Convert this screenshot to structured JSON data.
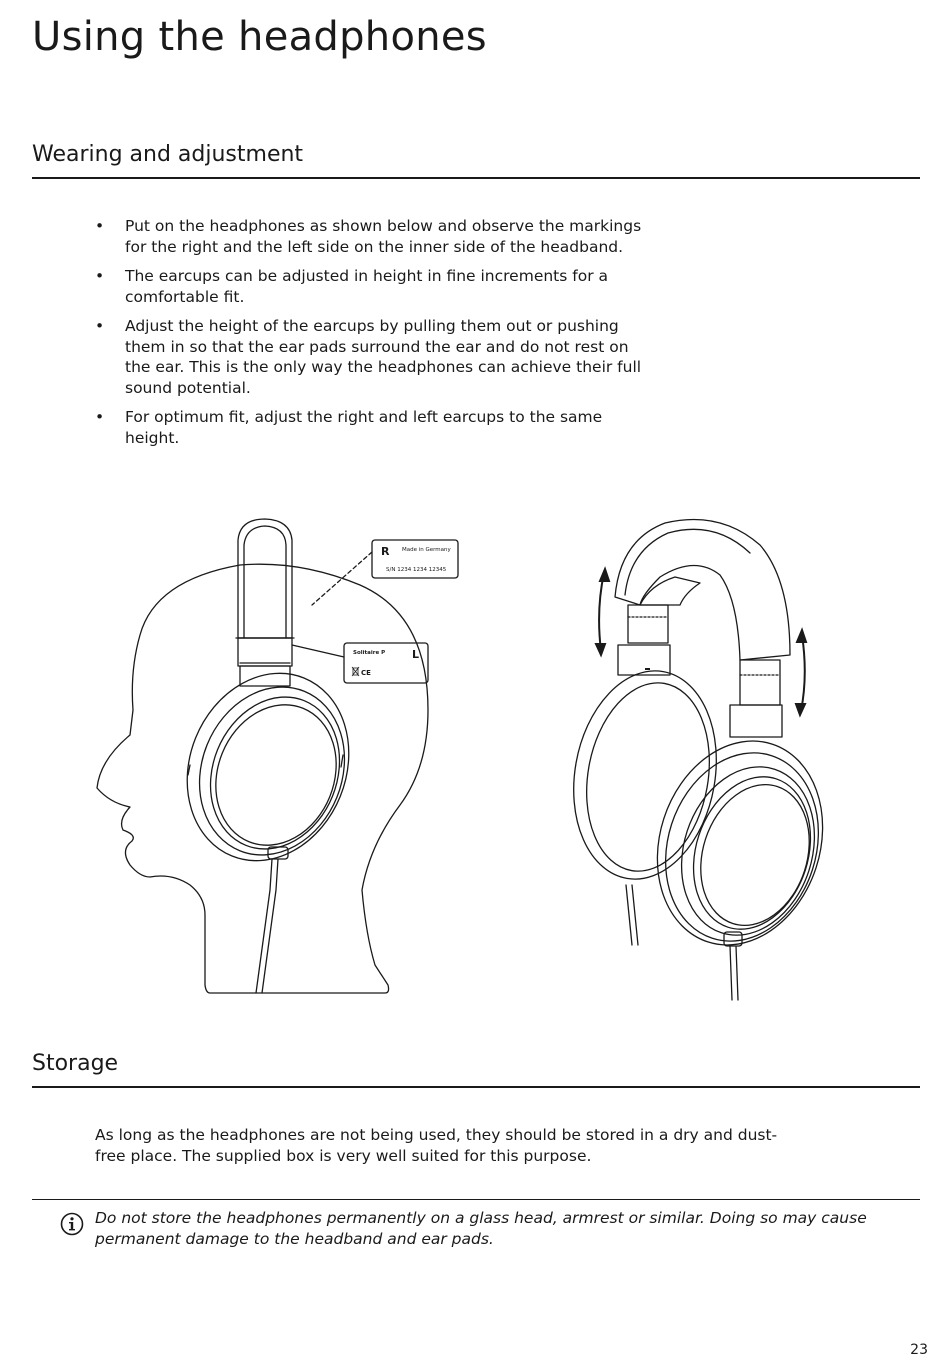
{
  "page": {
    "title": "Using the headphones",
    "number": "23"
  },
  "wearing": {
    "heading": "Wearing and adjustment",
    "bullets": [
      "Put on the headphones as shown below and observe the markings for the right and the left side on the inner side of the headband.",
      "The earcups can be adjusted in height in fine increments for a comfortable fit.",
      "Adjust the height of the earcups by pulling them out or pushing them in so that the ear pads surround the ear and do not rest on the ear. This is the only way the headphones can achieve their full sound potential.",
      "For optimum fit, adjust the right and left earcups to the same height."
    ]
  },
  "illustration": {
    "right_label": {
      "side": "R",
      "origin": "Made in Germany",
      "serial": "S/N 1234 1234 12345"
    },
    "left_label": {
      "model": "Solitaire P",
      "side": "L",
      "marks": "CE"
    }
  },
  "storage": {
    "heading": "Storage",
    "text": "As long as the headphones are not being used, they should be stored in a dry and dust-free place. The supplied box is very well suited for this purpose."
  },
  "note": {
    "icon": "info-icon",
    "text": "Do not store the headphones permanently on a glass head, armrest or similar. Doing so may cause permanent damage to the headband and ear pads."
  }
}
